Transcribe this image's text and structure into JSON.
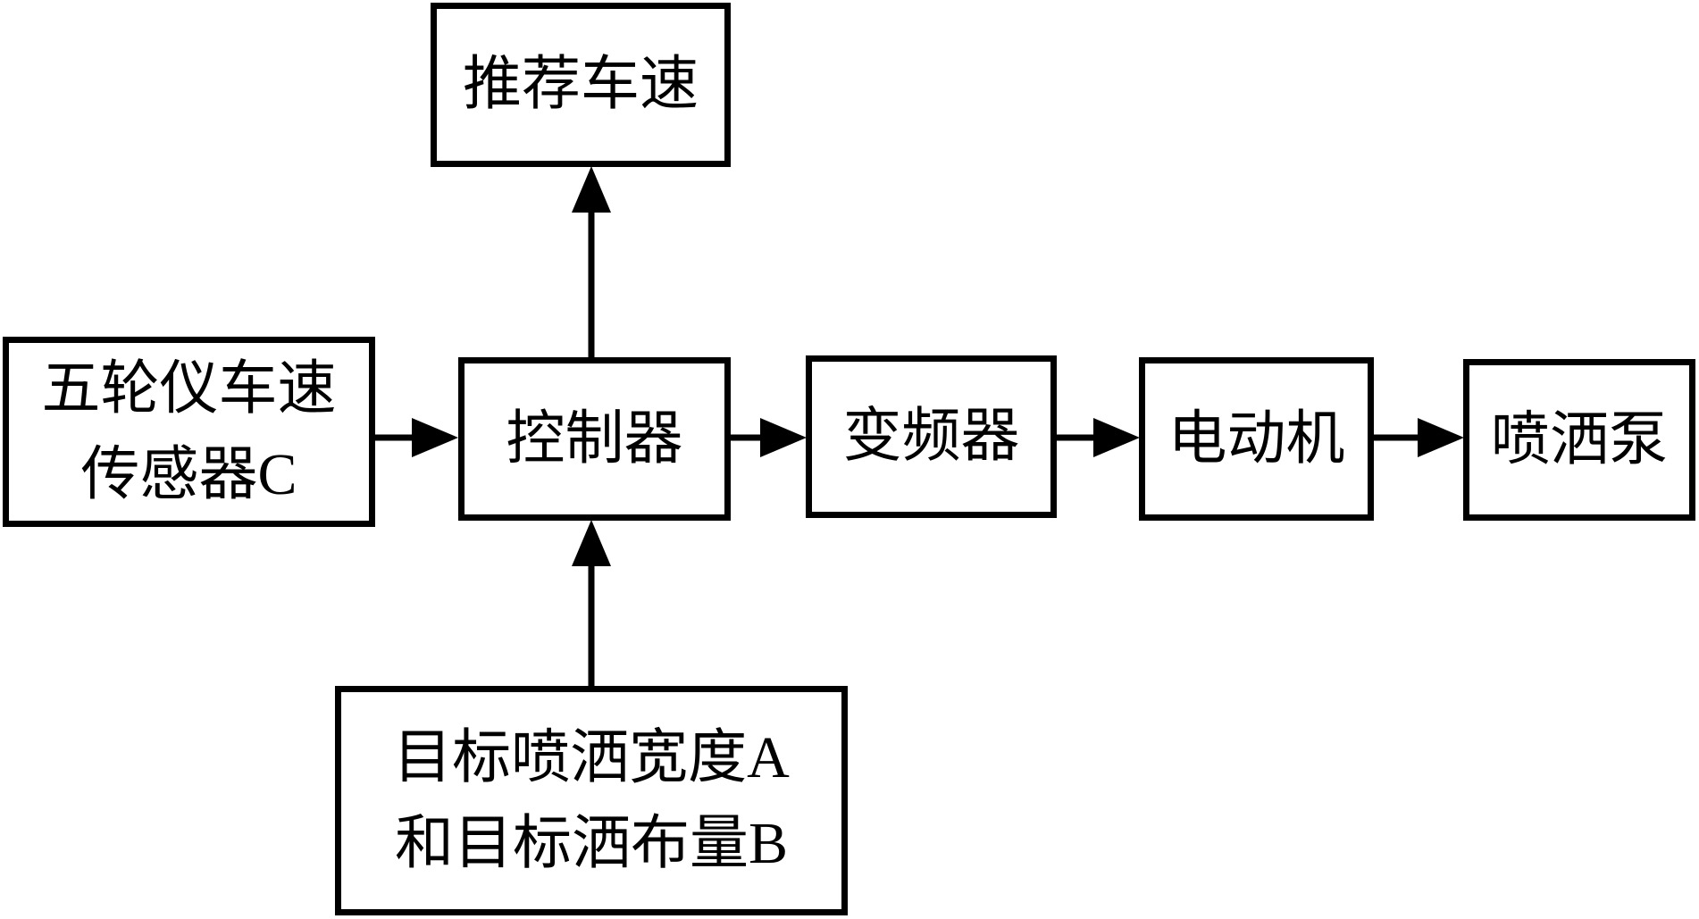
{
  "diagram": {
    "type": "block-diagram",
    "colors": {
      "line": "#000000",
      "text": "#000000",
      "background": "#ffffff"
    },
    "nodes": {
      "recommended_speed": {
        "label": "推荐车速"
      },
      "speed_sensor": {
        "line1": "五轮仪车速",
        "line2": "传感器C"
      },
      "controller": {
        "label": "控制器"
      },
      "inverter": {
        "label": "变频器"
      },
      "motor": {
        "label": "电动机"
      },
      "spray_pump": {
        "label": "喷洒泵"
      },
      "targets": {
        "line1": "目标喷洒宽度A",
        "line2": "和目标洒布量B"
      }
    },
    "edges": [
      {
        "from": "speed_sensor",
        "to": "controller",
        "direction": "right"
      },
      {
        "from": "targets",
        "to": "controller",
        "direction": "up"
      },
      {
        "from": "controller",
        "to": "recommended_speed",
        "direction": "up"
      },
      {
        "from": "controller",
        "to": "inverter",
        "direction": "right"
      },
      {
        "from": "inverter",
        "to": "motor",
        "direction": "right"
      },
      {
        "from": "motor",
        "to": "spray_pump",
        "direction": "right"
      }
    ]
  }
}
